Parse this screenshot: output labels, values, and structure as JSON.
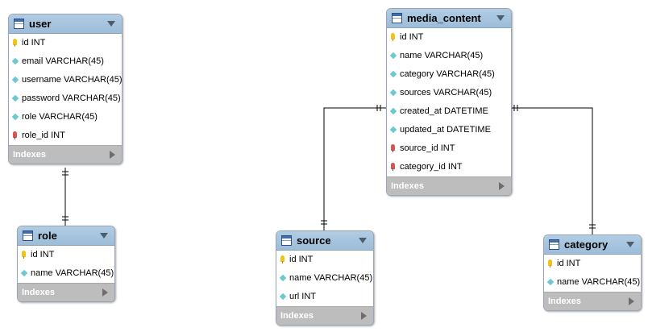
{
  "tables": {
    "user": {
      "name": "user",
      "columns": [
        "id INT",
        "email VARCHAR(45)",
        "username VARCHAR(45)",
        "password VARCHAR(45)",
        "role VARCHAR(45)",
        "role_id INT"
      ],
      "indexes_label": "Indexes"
    },
    "role": {
      "name": "role",
      "columns": [
        "id INT",
        "name VARCHAR(45)"
      ],
      "indexes_label": "Indexes"
    },
    "media_content": {
      "name": "media_content",
      "columns": [
        "id INT",
        "name VARCHAR(45)",
        "category VARCHAR(45)",
        "sources VARCHAR(45)",
        "created_at DATETIME",
        "updated_at DATETIME",
        "source_id INT",
        "category_id INT"
      ],
      "indexes_label": "Indexes"
    },
    "source": {
      "name": "source",
      "columns": [
        "id INT",
        "name VARCHAR(45)",
        "url INT"
      ],
      "indexes_label": "Indexes"
    },
    "category": {
      "name": "category",
      "columns": [
        "id INT",
        "name VARCHAR(45)"
      ],
      "indexes_label": "Indexes"
    }
  },
  "relationships": [
    {
      "from": "user",
      "to": "role"
    },
    {
      "from": "media_content",
      "to": "source"
    },
    {
      "from": "media_content",
      "to": "category"
    }
  ],
  "colors": {
    "header": "#9cbcd8",
    "indexes_bar": "#bdbdbd",
    "primary_key": "#f0c419",
    "foreign_key": "#d9534f",
    "attribute": "#6cc9cf",
    "connector": "#000000"
  }
}
